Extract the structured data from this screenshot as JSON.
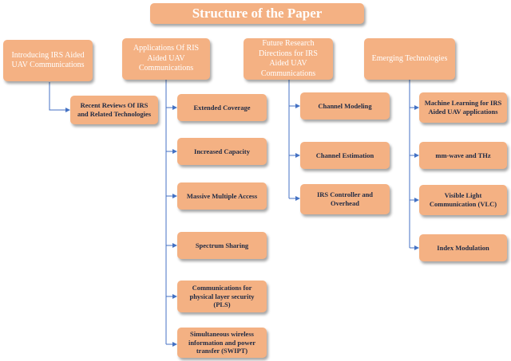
{
  "title": "Structure of the Paper",
  "columns": [
    {
      "heading": "Introducing IRS Aided UAV Communications",
      "items": [
        "Recent Reviews Of IRS and Related Technologies"
      ]
    },
    {
      "heading": "Applications Of RIS Aided UAV Communications",
      "items": [
        "Extended Coverage",
        "Increased Capacity",
        "Massive Multiple Access",
        "Spectrum Sharing",
        "Communications for physical layer security (PLS)",
        "Simultaneous wireless information and power transfer (SWIPT)"
      ]
    },
    {
      "heading": "Future Research Directions for IRS Aided UAV Communications",
      "items": [
        "Channel Modeling",
        "Channel Estimation",
        "IRS Controller and Overhead"
      ]
    },
    {
      "heading": "Emerging Technologies",
      "items": [
        "Machine Learning for IRS Aided UAV applications",
        "mm-wave and THz",
        "Visible Light Communication (VLC)",
        "Index Modulation"
      ]
    }
  ],
  "colors": {
    "box": "#f4b183",
    "line": "#4472c4",
    "title_text": "#ffffff",
    "item_text": "#1f2a44"
  }
}
